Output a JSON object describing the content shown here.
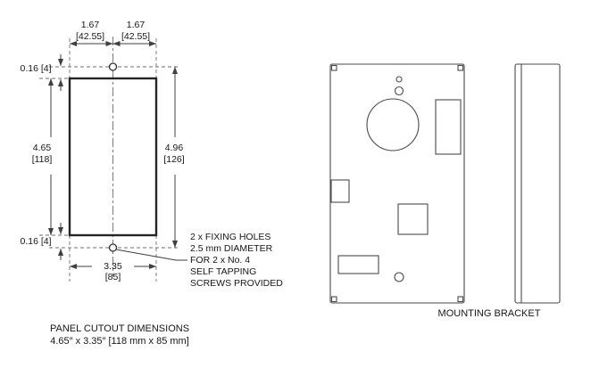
{
  "colors": {
    "background": "#ffffff",
    "line": "#3f3f3f",
    "dashed_line": "#6e6e6e",
    "text": "#161616"
  },
  "cutout_view": {
    "dim_top_left_in": "1.67",
    "dim_top_left_mm": "[42.55]",
    "dim_top_right_in": "1.67",
    "dim_top_right_mm": "[42.55]",
    "dim_top_offset": "0.16 [4]",
    "dim_height_in": "4.65",
    "dim_height_mm": "[118]",
    "dim_hole_spacing_in": "4.96",
    "dim_hole_spacing_mm": "[126]",
    "dim_bottom_offset": "0.16 [4]",
    "dim_width_in": "3.35",
    "dim_width_mm": "[85]",
    "note": {
      "line1": "2 x FIXING HOLES",
      "line2": "2.5 mm DIAMETER",
      "line3": "FOR 2 x No. 4",
      "line4": "SELF TAPPING",
      "line5": "SCREWS PROVIDED"
    },
    "caption_line1": "PANEL CUTOUT DIMENSIONS",
    "caption_line2": "4.65″ x 3.35″ [118 mm x 85 mm]"
  },
  "bracket_view": {
    "caption": "MOUNTING BRACKET"
  }
}
